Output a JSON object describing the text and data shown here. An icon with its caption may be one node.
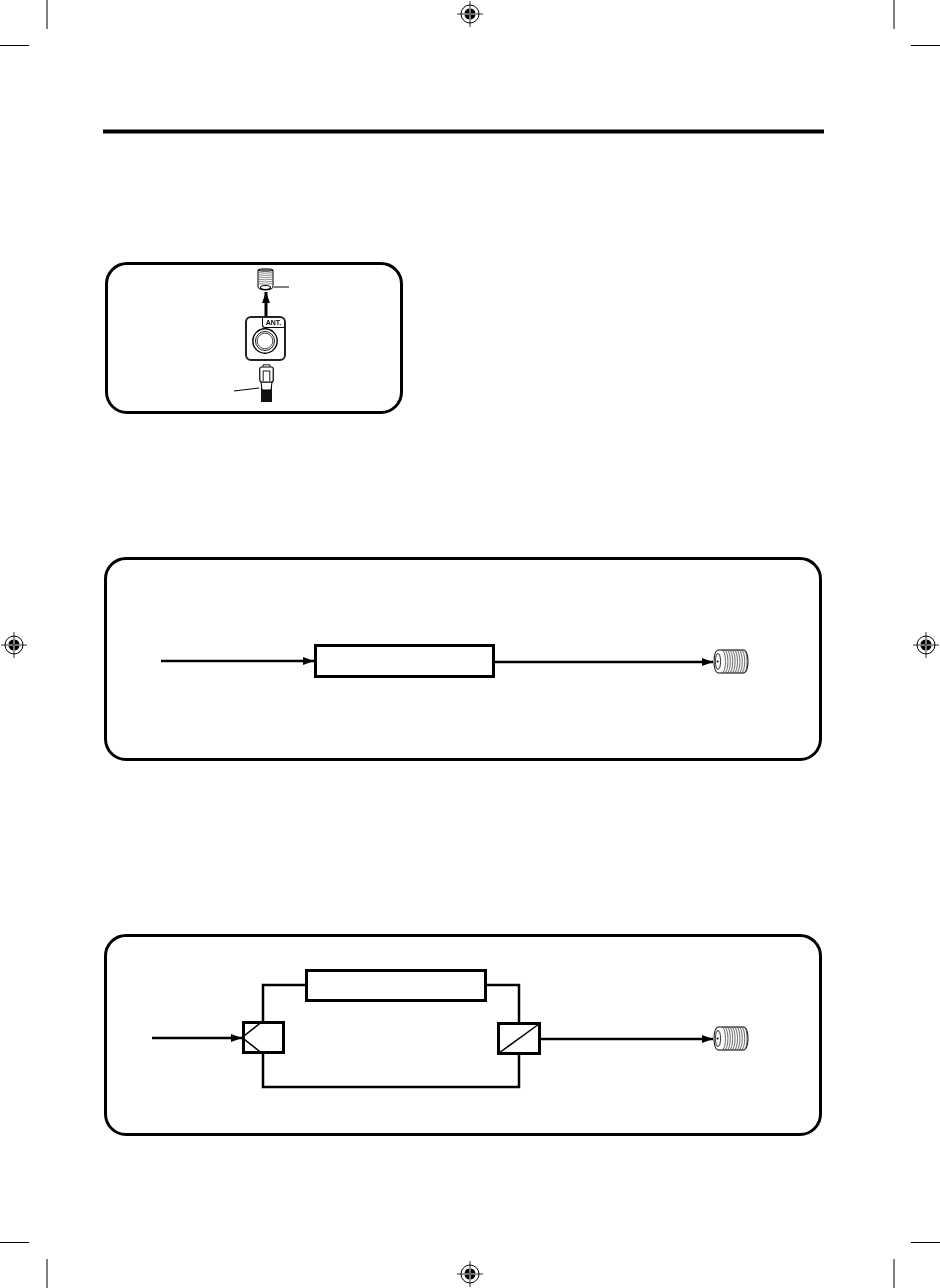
{
  "diagram": {
    "nodes": [
      {
        "text": [],
        "shape": "box"
      },
      {
        "text": [],
        "shape": "picture",
        "in": 0
      },
      {
        "text": [
          "ANT."
        ],
        "in": 0
      },
      {
        "text": [],
        "shape": "picture",
        "in": 0
      },
      {
        "text": [],
        "shape": "box"
      },
      {
        "text": [],
        "shape": "box",
        "in": 4
      },
      {
        "text": [],
        "shape": "picture",
        "in": 4
      },
      {
        "text": [],
        "shape": "box"
      },
      {
        "text": [],
        "shape": "box",
        "in": 7
      },
      {
        "text": [],
        "shape": "box",
        "in": 7
      },
      {
        "text": [],
        "shape": "box",
        "in": 7
      },
      {
        "text": [],
        "shape": "picture",
        "in": 7
      }
    ],
    "edges": [
      {
        "from": 2,
        "to": 1,
        "arrow": "to"
      },
      {
        "from": null,
        "to": 1,
        "arrow": "none"
      },
      {
        "from": null,
        "to": 3,
        "arrow": "none"
      },
      {
        "from": null,
        "to": 5,
        "arrow": "to"
      },
      {
        "from": 5,
        "to": 6,
        "arrow": "to"
      },
      {
        "from": null,
        "to": 9,
        "arrow": "to"
      },
      {
        "from": 9,
        "to": 8,
        "arrow": "none"
      },
      {
        "from": 8,
        "to": 10,
        "arrow": "none"
      },
      {
        "from": 9,
        "to": 10,
        "arrow": "none"
      },
      {
        "from": 10,
        "to": 11,
        "arrow": "to"
      }
    ]
  }
}
